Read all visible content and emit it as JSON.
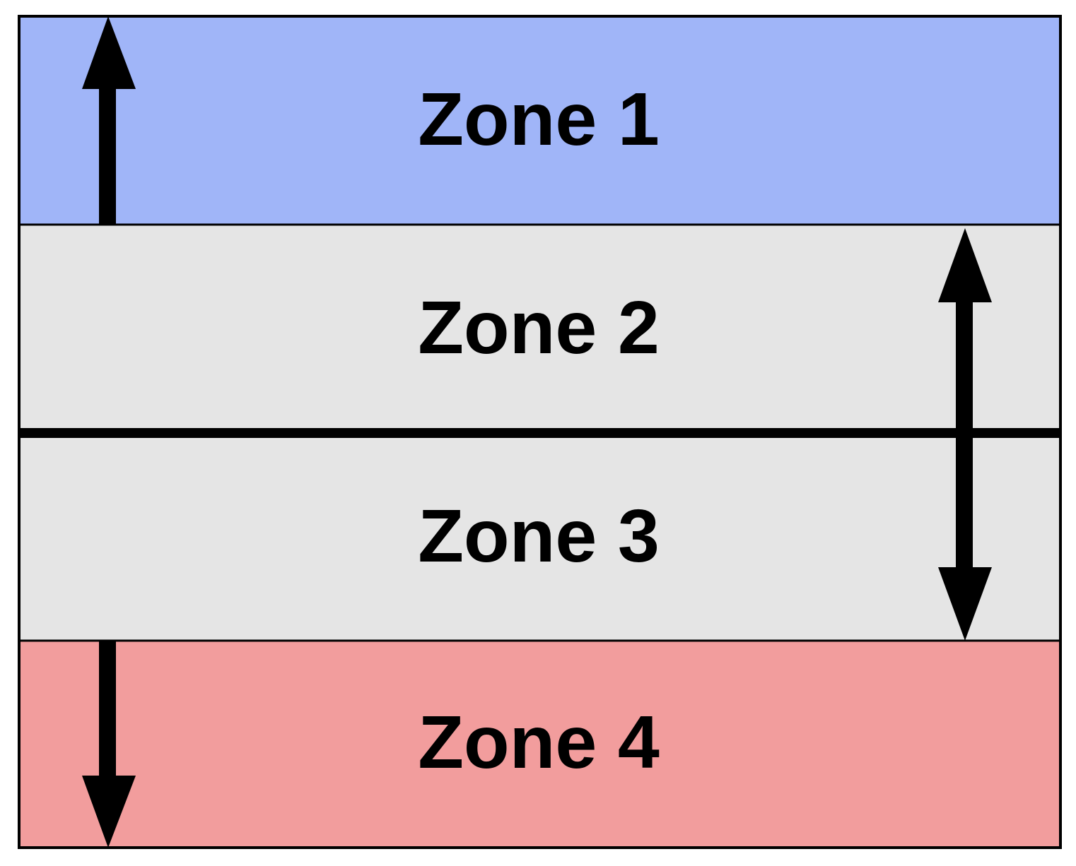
{
  "diagram": {
    "zones": [
      {
        "label": "Zone 1",
        "color": "#a0b5f8"
      },
      {
        "label": "Zone 2",
        "color": "#e5e5e5"
      },
      {
        "label": "Zone 3",
        "color": "#e5e5e5"
      },
      {
        "label": "Zone 4",
        "color": "#f29d9d"
      }
    ],
    "border_color": "#000000",
    "arrow_color": "#000000"
  }
}
